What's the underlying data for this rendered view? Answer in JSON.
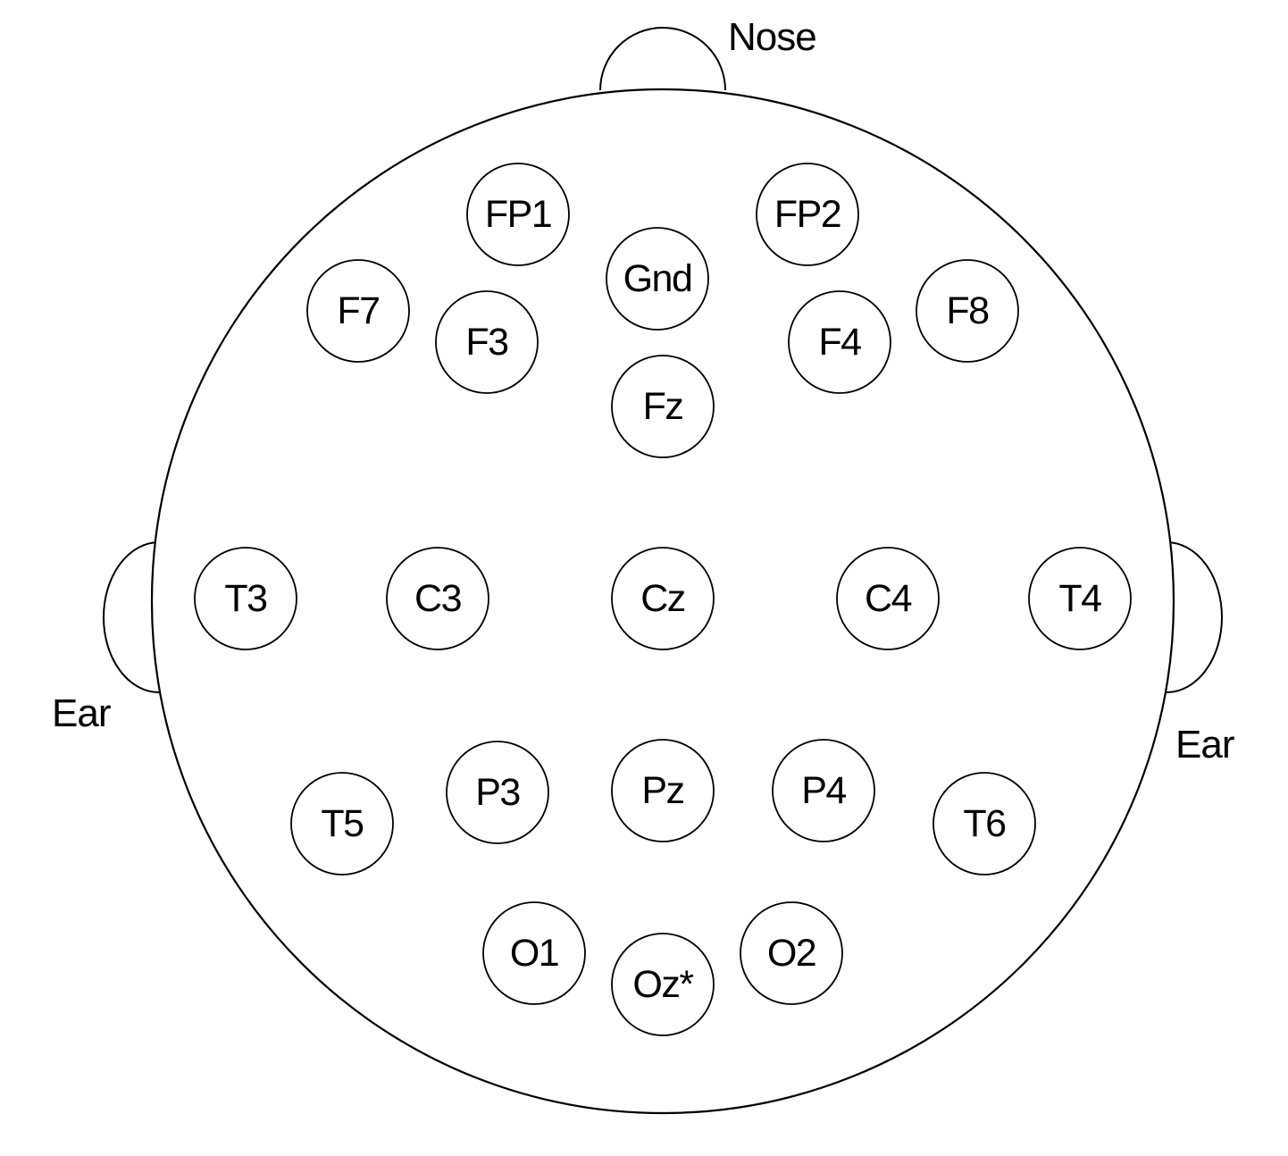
{
  "labels": {
    "nose": "Nose",
    "ear_left": "Ear",
    "ear_right": "Ear"
  },
  "electrodes": [
    {
      "id": "fp1",
      "label": "FP1"
    },
    {
      "id": "fp2",
      "label": "FP2"
    },
    {
      "id": "gnd",
      "label": "Gnd"
    },
    {
      "id": "f7",
      "label": "F7"
    },
    {
      "id": "f3",
      "label": "F3"
    },
    {
      "id": "f4",
      "label": "F4"
    },
    {
      "id": "f8",
      "label": "F8"
    },
    {
      "id": "fz",
      "label": "Fz"
    },
    {
      "id": "t3",
      "label": "T3"
    },
    {
      "id": "c3",
      "label": "C3"
    },
    {
      "id": "cz",
      "label": "Cz"
    },
    {
      "id": "c4",
      "label": "C4"
    },
    {
      "id": "t4",
      "label": "T4"
    },
    {
      "id": "t5",
      "label": "T5"
    },
    {
      "id": "p3",
      "label": "P3"
    },
    {
      "id": "pz",
      "label": "Pz"
    },
    {
      "id": "p4",
      "label": "P4"
    },
    {
      "id": "t6",
      "label": "T6"
    },
    {
      "id": "o1",
      "label": "O1"
    },
    {
      "id": "oz",
      "label": "Oz*"
    },
    {
      "id": "o2",
      "label": "O2"
    }
  ]
}
